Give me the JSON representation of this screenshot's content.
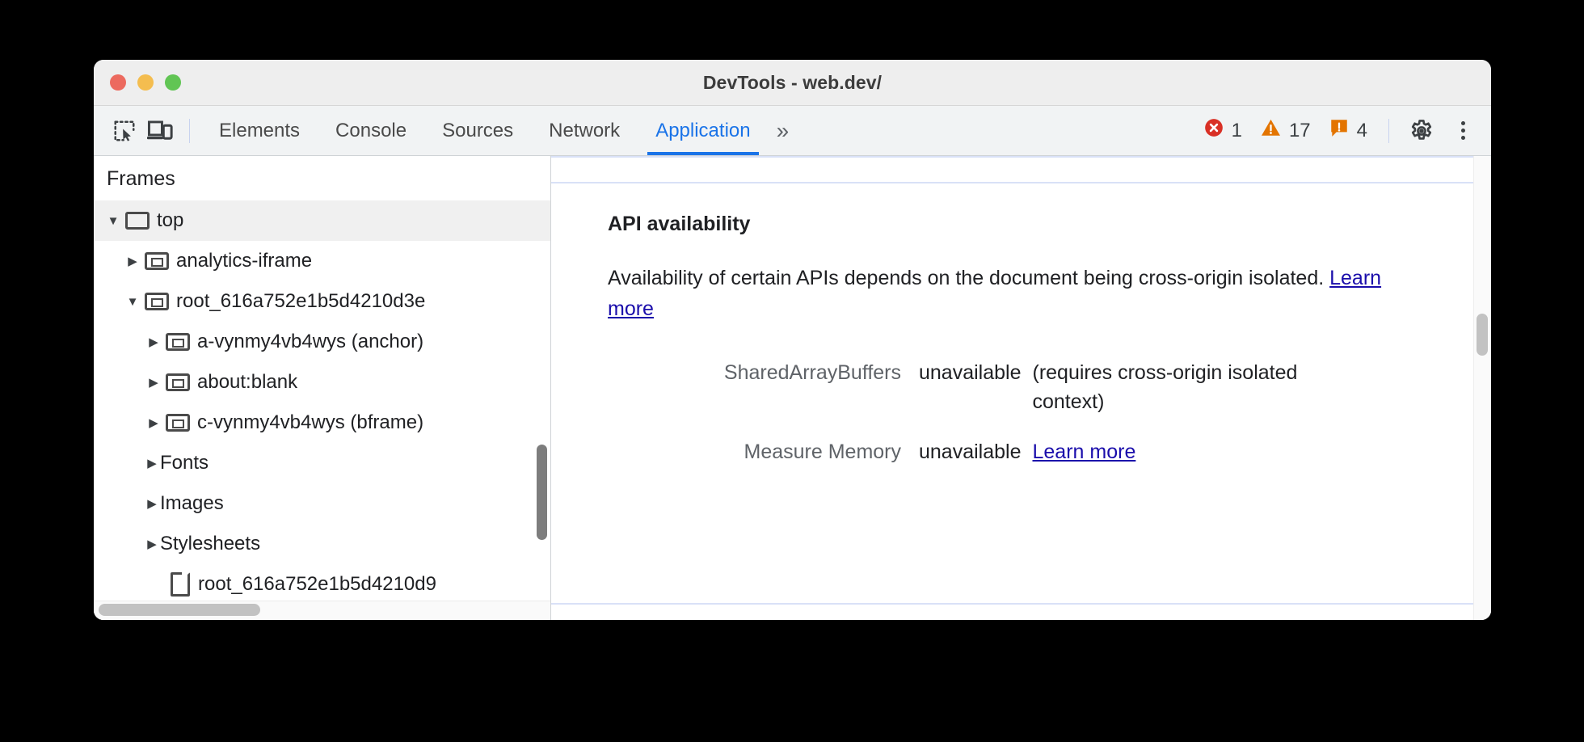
{
  "window": {
    "title": "DevTools - web.dev/",
    "traffic_lights": [
      "close-red",
      "minimize-yellow",
      "maximize-green"
    ]
  },
  "toolbar": {
    "inspect_icon": "inspect-element-icon",
    "device_icon": "device-toolbar-icon",
    "tabs": [
      {
        "label": "Elements",
        "active": false
      },
      {
        "label": "Console",
        "active": false
      },
      {
        "label": "Sources",
        "active": false
      },
      {
        "label": "Network",
        "active": false
      },
      {
        "label": "Application",
        "active": true
      }
    ],
    "overflow_label": "»",
    "badges": [
      {
        "name": "errors",
        "icon": "error-circle-icon",
        "count": "1",
        "color": "#d93025"
      },
      {
        "name": "warnings",
        "icon": "warning-triangle-icon",
        "count": "17",
        "color": "#e37400"
      },
      {
        "name": "issues",
        "icon": "issue-bubble-icon",
        "count": "4",
        "color": "#e37400"
      }
    ],
    "settings_icon": "gear-icon",
    "more_icon": "kebab-menu-icon"
  },
  "sidebar": {
    "title": "Frames",
    "tree": [
      {
        "label": "top",
        "indent": 0,
        "twisty": "open",
        "icon": "frame-top-icon",
        "selected": true
      },
      {
        "label": "analytics-iframe",
        "indent": 1,
        "twisty": "closed",
        "icon": "frame-icon",
        "selected": false
      },
      {
        "label": "root_616a752e1b5d4210d3e",
        "indent": 1,
        "twisty": "open",
        "icon": "frame-icon",
        "selected": false
      },
      {
        "label": "a-vynmy4vb4wys (anchor)",
        "indent": 2,
        "twisty": "closed",
        "icon": "frame-icon",
        "selected": false
      },
      {
        "label": "about:blank",
        "indent": 2,
        "twisty": "closed",
        "icon": "frame-icon",
        "selected": false
      },
      {
        "label": "c-vynmy4vb4wys (bframe)",
        "indent": 2,
        "twisty": "closed",
        "icon": "frame-icon",
        "selected": false
      },
      {
        "label": "Fonts",
        "indent": 1,
        "twisty": "closed",
        "icon": "none",
        "selected": false
      },
      {
        "label": "Images",
        "indent": 1,
        "twisty": "closed",
        "icon": "none",
        "selected": false
      },
      {
        "label": "Stylesheets",
        "indent": 1,
        "twisty": "closed",
        "icon": "none",
        "selected": false
      },
      {
        "label": "root_616a752e1b5d4210d9",
        "indent": 2,
        "twisty": "none",
        "icon": "document-icon",
        "selected": false
      }
    ]
  },
  "main": {
    "section_title": "API availability",
    "paragraph_prefix": "Availability of certain APIs depends on the document being cross-origin isolated. ",
    "paragraph_link": "Learn more",
    "rows": [
      {
        "label": "SharedArrayBuffers",
        "value": "unavailable",
        "note": "(requires cross-origin isolated context)",
        "link": ""
      },
      {
        "label": "Measure Memory",
        "value": "unavailable",
        "note": "",
        "link": "Learn more"
      }
    ]
  }
}
